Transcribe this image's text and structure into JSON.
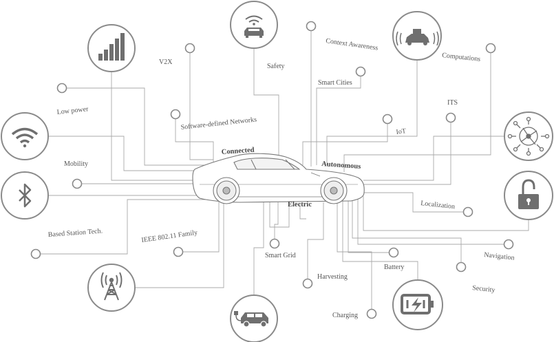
{
  "labels": {
    "v2x": "V2X",
    "safety": "Safety",
    "context_awareness": "Context Awareness",
    "computations": "Computations",
    "low_power": "Low power",
    "smart_cities": "Smart Cities",
    "sdn": "Software-defined Networks",
    "its": "ITS",
    "iot": "IoT",
    "connected": "Connected",
    "autonomous": "Autonomous",
    "mobility": "Mobility",
    "electric": "Electric",
    "localization": "Localization",
    "based_station": "Based Station Tech.",
    "ieee": "IEEE 802.11 Family",
    "smart_grid": "Smart Grid",
    "battery": "Battery",
    "navigation": "Navigation",
    "harvesting": "Harvesting",
    "security": "Security",
    "charging": "Charging"
  },
  "icons": [
    "signal-bars-icon",
    "car-wifi-icon",
    "autonomous-car-icon",
    "wifi-icon",
    "bluetooth-icon",
    "network-node-icon",
    "unlock-icon",
    "cell-tower-icon",
    "electric-car-icon",
    "battery-charging-icon"
  ],
  "colors": {
    "line": "#9a9a9a",
    "icon": "#6f6f6f",
    "ring": "#888888"
  }
}
